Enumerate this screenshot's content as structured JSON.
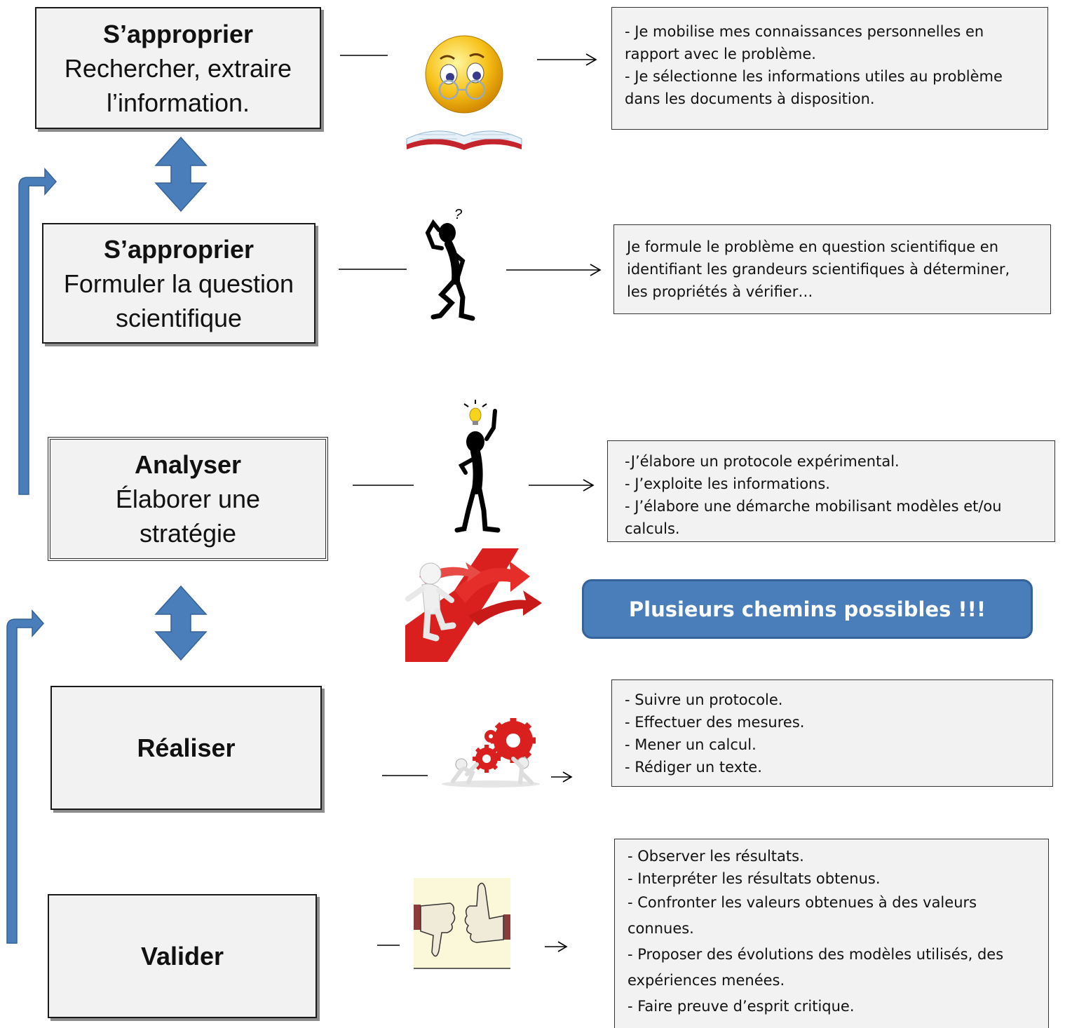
{
  "stages": [
    {
      "title": "S’approprier",
      "lines": [
        "Rechercher, extraire",
        "l’information."
      ]
    },
    {
      "title": "S’approprier",
      "lines": [
        "Formuler la question",
        "scientifique"
      ]
    },
    {
      "title": "Analyser",
      "lines": [
        "Élaborer une",
        "stratégie"
      ]
    },
    {
      "title": "Réaliser",
      "lines": []
    },
    {
      "title": "Valider",
      "lines": []
    }
  ],
  "descriptions": [
    [
      "- Je mobilise mes connaissances personnelles en",
      "rapport avec le problème.",
      "- Je sélectionne les informations utiles au problème",
      "dans les documents à disposition."
    ],
    [
      "Je formule le problème en question scientifique en",
      "identifiant les grandeurs scientifiques à déterminer,",
      "les propriétés à vérifier…"
    ],
    [
      "-J’élabore un protocole expérimental.",
      "- J’exploite les informations.",
      "- J’élabore une démarche mobilisant modèles et/ou",
      "calculs."
    ],
    [
      "- Suivre un protocole.",
      "- Effectuer des mesures.",
      "- Mener un calcul.",
      "- Rédiger un texte."
    ],
    [
      "- Observer les résultats.",
      "- Interpréter les résultats obtenus.",
      "- Confronter les valeurs obtenues à des valeurs",
      "connues.",
      "- Proposer des évolutions des modèles utilisés, des",
      "expériences menées.",
      "- Faire preuve d’esprit critique."
    ]
  ],
  "callout": "Plusieurs chemins possibles !!!",
  "icons": [
    "reading-smiley-icon",
    "thinking-figure-icon",
    "idea-figure-icon",
    "crossroads-icon",
    "gears-icon",
    "thumbs-icon"
  ],
  "colors": {
    "accent_blue": "#4a7ebb",
    "box_fill": "#f2f2f2",
    "red": "#d9201f"
  }
}
